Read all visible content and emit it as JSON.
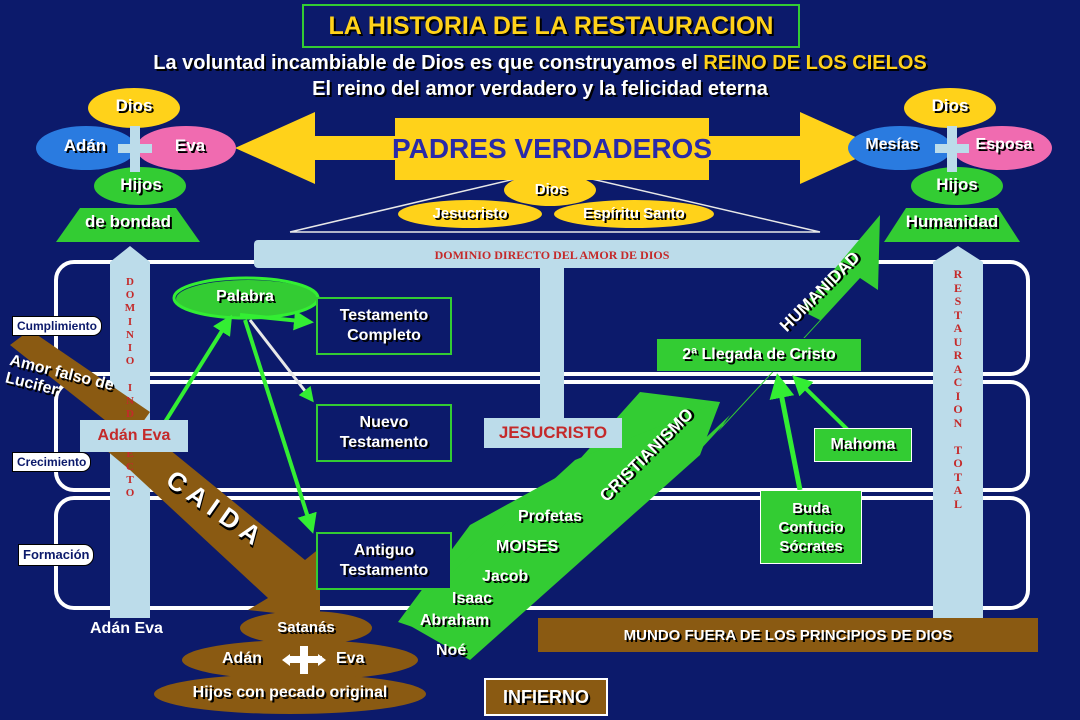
{
  "title": "LA HISTORIA DE LA RESTAURACION",
  "subtitle": {
    "line1_prefix": "La voluntad incambiable de Dios es que construyamos el ",
    "line1_highlight": "REINO DE LOS CIELOS",
    "line2": "El reino del amor verdadero y la felicidad eterna"
  },
  "left_family": {
    "top": "Dios",
    "left": "Adán",
    "right": "Eva",
    "bottom": "Hijos",
    "base": "de bondad"
  },
  "right_family": {
    "top": "Dios",
    "left": "Mesías",
    "right": "Esposa",
    "bottom": "Hijos",
    "base": "Humanidad"
  },
  "true_parents": "PADRES VERDADEROS",
  "trinity": {
    "top": "Dios",
    "left": "Jesucristo",
    "right": "Espíritu Santo"
  },
  "dominion_bar": "DOMINIO DIRECTO DEL AMOR DE DIOS",
  "left_column_word": "DOMINIO INDIRECTO",
  "right_column_word": "RESTAURACION TOTAL",
  "stages": {
    "completion": "Cumplimiento",
    "growth": "Crecimiento",
    "formation": "Formación"
  },
  "false_love": "Amor falso de Lucifer",
  "fall": "C A I D A",
  "adan_eva_box": "Adán Eva",
  "adan_eva_bottom": "Adán Eva",
  "word": "Palabra",
  "testaments": {
    "complete": "Testamento Completo",
    "new": "Nuevo Testamento",
    "old": "Antiguo Testamento"
  },
  "jesucristo_box": "JESUCRISTO",
  "second_coming": "2ª Llegada de Cristo",
  "mahoma": "Mahoma",
  "eastern": "Buda Confucio Sócrates",
  "arrow_labels": {
    "christianity": "CRISTIANISMO",
    "humanity": "HUMANIDAD"
  },
  "lineage": [
    "Profetas",
    "MOISES",
    "Jacob",
    "Isaac",
    "Abraham",
    "Noé"
  ],
  "fallen": {
    "satan": "Satanás",
    "adan": "Adán",
    "eva": "Eva",
    "children": "Hijos con pecado original"
  },
  "world_outside": "MUNDO FUERA DE LOS PRINCIPIOS DE DIOS",
  "hell": "INFIERNO",
  "colors": {
    "background": "#0c1a6b",
    "green": "#33cc33",
    "yellow": "#ffd21a",
    "light_blue": "#bcdcea",
    "blue": "#2a7be0",
    "pink": "#f06bb0",
    "brown": "#8a5a12"
  }
}
